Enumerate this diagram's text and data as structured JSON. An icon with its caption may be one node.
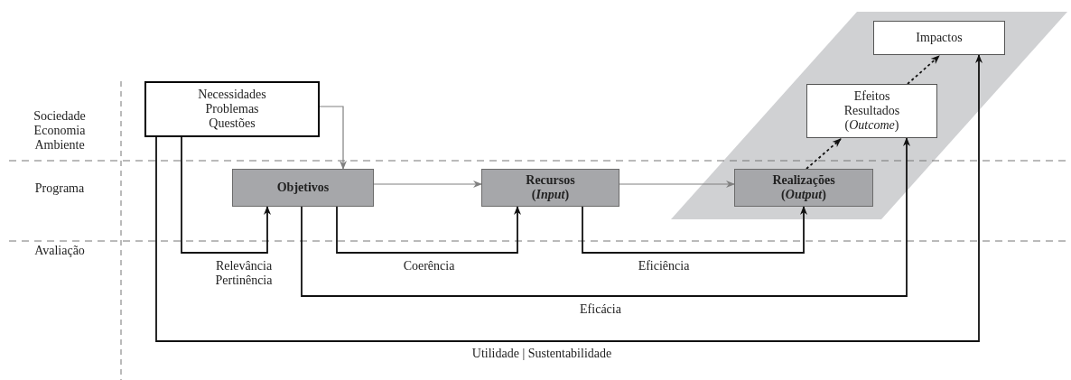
{
  "diagram": {
    "nodes": [
      {
        "text": [
          "Necessidades Problemas Questões"
        ]
      },
      {
        "text": [
          "Objetivos"
        ]
      },
      {
        "text": [
          "Recursos (*Input*)"
        ]
      },
      {
        "text": [
          "Realizações (*Output*)"
        ]
      },
      {
        "text": [
          "Efeitos Resultados (*Outcome*)"
        ]
      },
      {
        "text": [
          "Impactos"
        ]
      }
    ],
    "edges": [
      {
        "from": 0,
        "to": 1,
        "arrow": "to",
        "color": "#808080"
      },
      {
        "from": 1,
        "to": 2,
        "arrow": "to",
        "color": "#808080"
      },
      {
        "from": 2,
        "to": 3,
        "arrow": "to",
        "color": "#808080"
      },
      {
        "from": 3,
        "to": 4,
        "arrow": "to",
        "style": "dashed"
      },
      {
        "from": 4,
        "to": 5,
        "arrow": "to",
        "style": "dashed"
      },
      {
        "from": 0,
        "to": 1,
        "arrow": "to",
        "label": "Relevância Pertinência"
      },
      {
        "from": 1,
        "to": 2,
        "arrow": "to",
        "label": "Coerência"
      },
      {
        "from": 2,
        "to": 3,
        "arrow": "to",
        "label": "Eficiência"
      },
      {
        "from": 1,
        "to": 4,
        "arrow": "to",
        "label": "Eficácia"
      },
      {
        "from": 0,
        "to": 5,
        "arrow": "to",
        "label": "Utilidade | Sustentabilidade"
      }
    ],
    "labels": [
      "Sociedade Economia Ambiente",
      "Programa",
      "Avaliação"
    ]
  }
}
